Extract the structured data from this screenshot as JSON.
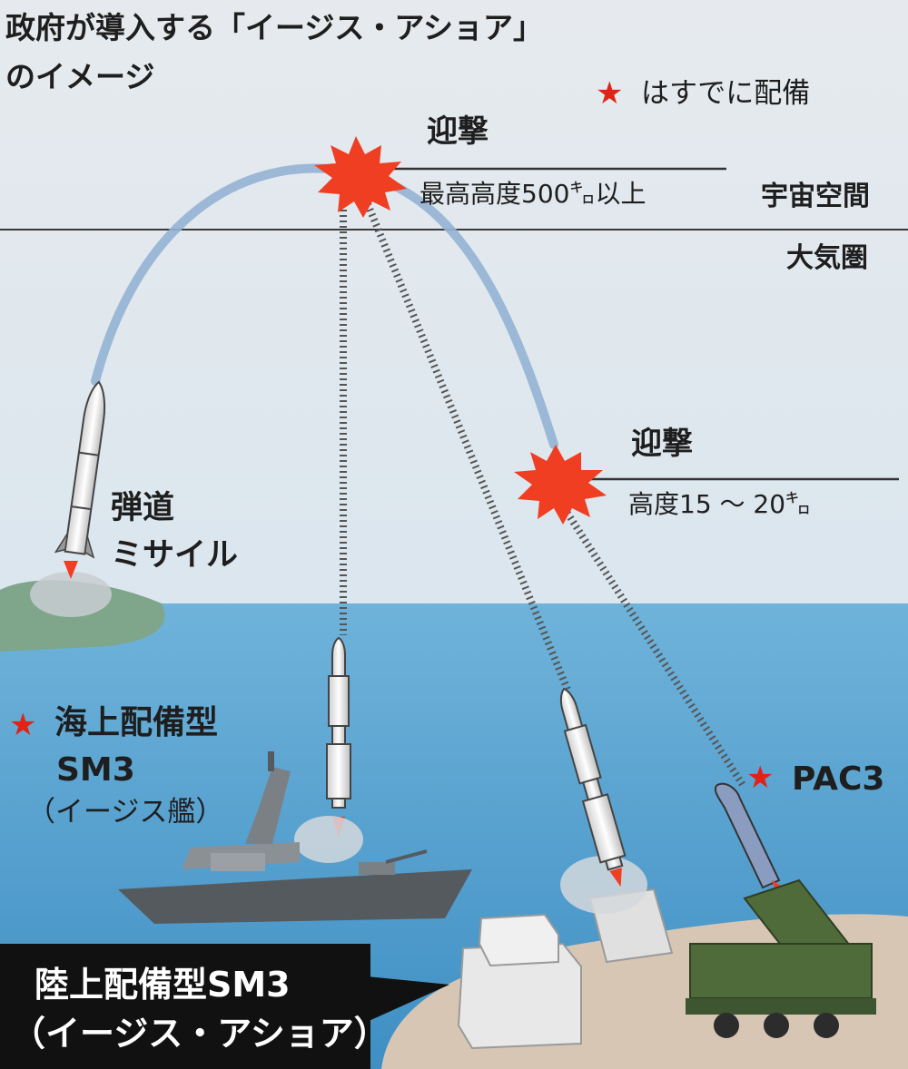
{
  "title": {
    "line1": "政府が導入する「イージス・アショア」",
    "line2": "のイメージ"
  },
  "legend": {
    "star": "★",
    "text": "はすでに配備"
  },
  "layers": {
    "space": "宇宙空間",
    "atmosphere": "大気圏"
  },
  "intercepts": [
    {
      "label": "迎撃",
      "detail": "最高高度500㌔以上"
    },
    {
      "label": "迎撃",
      "detail": "高度15 ～ 20㌔"
    }
  ],
  "labels": {
    "ballistic_line1": "弾道",
    "ballistic_line2": "ミサイル",
    "sea_star": "★",
    "sea_line1": "海上配備型",
    "sea_line2": "SM3",
    "sea_line3": "（イージス艦）",
    "pac_star": "★",
    "pac3": "PAC3",
    "land_line1": "陸上配備型SM3",
    "land_line2": "（イージス・アショア）"
  },
  "colors": {
    "sky_top": "#e4e9ee",
    "sky_bottom": "#dfe8ef",
    "sea": "#4f9fcf",
    "burst": "#ef3e22",
    "star": "#e02318",
    "trajectory": "#93b2d3"
  }
}
